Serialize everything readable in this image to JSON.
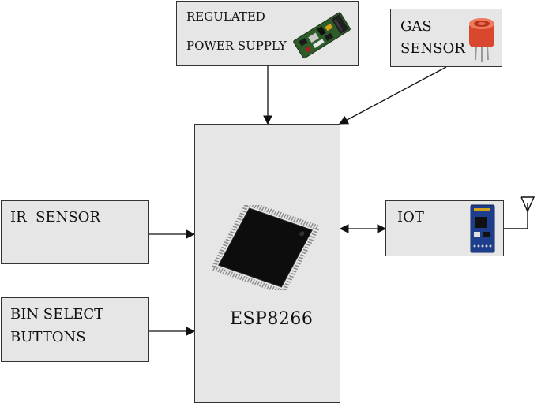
{
  "blocks": {
    "power": {
      "line1": "REGULATED",
      "line2": "POWER SUPPLY"
    },
    "gas": {
      "line1": "GAS",
      "line2": "SENSOR"
    },
    "ir": {
      "label": "IR  SENSOR"
    },
    "bin": {
      "line1": "BIN SELECT",
      "line2": "BUTTONS"
    },
    "iot": {
      "label": "IOT"
    },
    "mcu": {
      "label": "ESP8266"
    }
  },
  "colors": {
    "box_fill": "#e6e6e6",
    "box_border": "#333333",
    "chip_body": "#0d0d0d",
    "pcb_green": "#2e5b2a",
    "gas_sensor_red": "#e0553a",
    "wifi_module_blue": "#1d3e8c"
  },
  "icons": [
    "pcb-icon",
    "gas-sensor-icon",
    "microcontroller-chip-icon",
    "wifi-module-icon",
    "antenna-icon"
  ]
}
